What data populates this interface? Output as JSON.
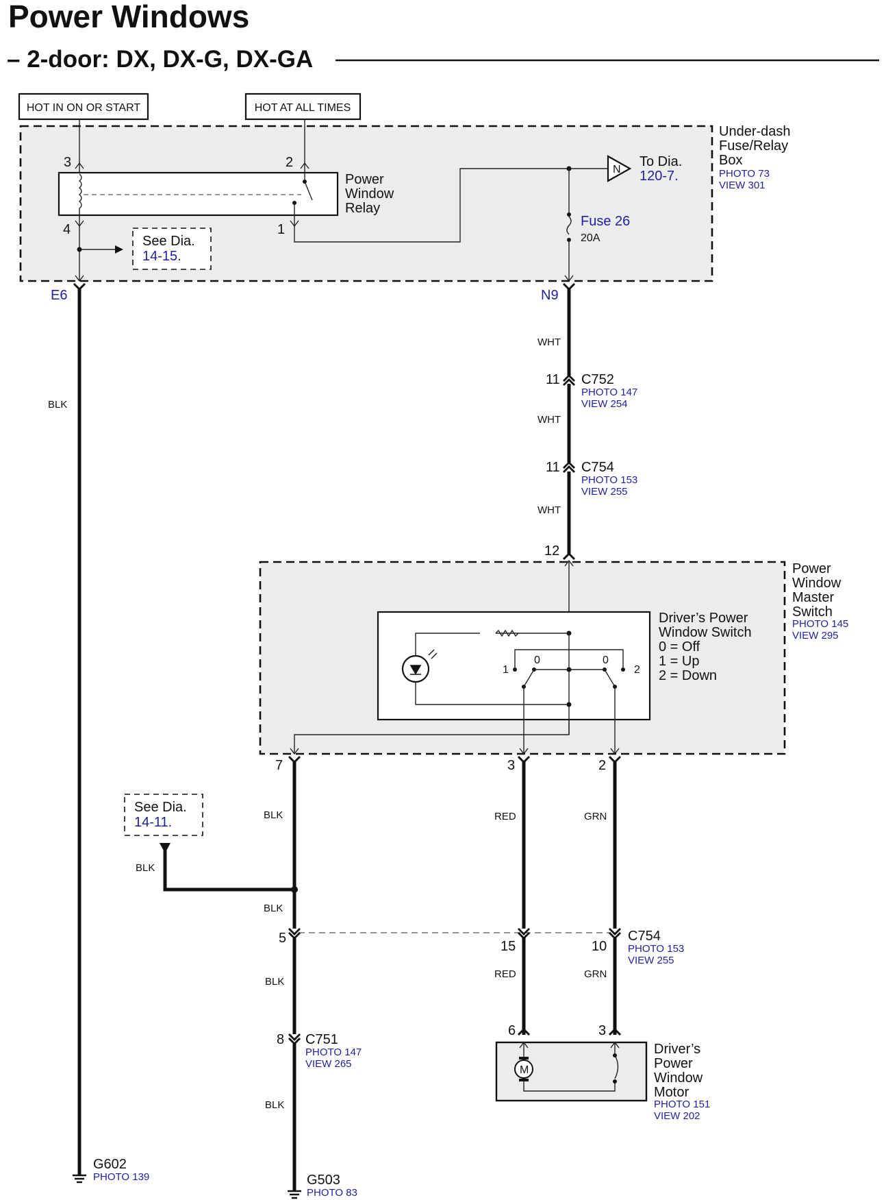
{
  "header": {
    "title": "Power Windows",
    "subtitle": "– 2-door: DX, DX-G, DX-GA"
  },
  "power_sources": {
    "hot_in_on": "HOT IN ON OR START",
    "hot_always": "HOT AT ALL TIMES"
  },
  "fuse_box": {
    "name_lines": [
      "Under-dash",
      "Fuse/Relay",
      "Box"
    ],
    "photo": "PHOTO 73",
    "view": "VIEW 301",
    "relay_lines": [
      "Power",
      "Window",
      "Relay"
    ],
    "pin3": "3",
    "pin2": "2",
    "pin4": "4",
    "pin1": "1",
    "see_dia_label": "See Dia.",
    "see_dia_ref": "14-15.",
    "to_dia_label": "To Dia.",
    "to_dia_ref": "120-7.",
    "connector_n": "N",
    "fuse_label": "Fuse 26",
    "fuse_rating": "20A",
    "term_e6": "E6",
    "term_n9": "N9"
  },
  "wires": {
    "blk": "BLK",
    "wht": "WHT",
    "red": "RED",
    "grn": "GRN"
  },
  "connectors": {
    "c752": {
      "name": "C752",
      "pin": "11",
      "photo": "PHOTO 147",
      "view": "VIEW 254"
    },
    "c754_top": {
      "name": "C754",
      "pin": "11",
      "photo": "PHOTO 153",
      "view": "VIEW 255"
    },
    "c754_bottom": {
      "name": "C754",
      "pin_left": "5",
      "pin_mid": "15",
      "pin_right": "10",
      "photo": "PHOTO 153",
      "view": "VIEW 255"
    },
    "c751": {
      "name": "C751",
      "pin": "8",
      "photo": "PHOTO 147",
      "view": "VIEW 265"
    }
  },
  "master_switch": {
    "name_lines": [
      "Power",
      "Window",
      "Master",
      "Switch"
    ],
    "photo": "PHOTO 145",
    "view": "VIEW 295",
    "pin12": "12",
    "pin7": "7",
    "pin3": "3",
    "pin2": "2",
    "driver_switch_lines": [
      "Driver’s Power",
      "Window Switch",
      "0 = Off",
      "1 = Up",
      "2 = Down"
    ],
    "pos_0a": "0",
    "pos_0b": "0",
    "pos_1": "1",
    "pos_2": "2"
  },
  "see_dia_2": {
    "label": "See Dia.",
    "ref": "14-11."
  },
  "motor": {
    "name_lines": [
      "Driver’s",
      "Power",
      "Window",
      "Motor"
    ],
    "photo": "PHOTO 151",
    "view": "VIEW 202",
    "pin6": "6",
    "pin3": "3",
    "symbol": "M"
  },
  "grounds": {
    "g602": {
      "name": "G602",
      "photo": "PHOTO 139"
    },
    "g503": {
      "name": "G503",
      "photo": "PHOTO 83"
    }
  }
}
